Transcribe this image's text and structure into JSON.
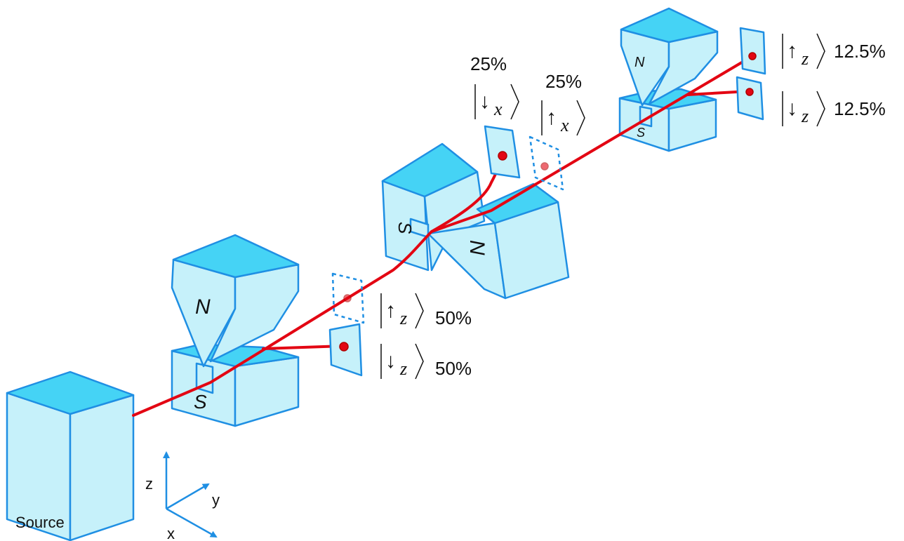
{
  "source": {
    "label": "Source"
  },
  "axes": {
    "x": "x",
    "y": "y",
    "z": "z"
  },
  "magnets": [
    {
      "north_label": "N",
      "south_label": "S"
    },
    {
      "north_label": "N",
      "south_label": "S"
    },
    {
      "north_label": "N",
      "south_label": "S"
    }
  ],
  "outputs": {
    "stage1_up": {
      "arrow": "↑",
      "sub": "z",
      "percent": "50%"
    },
    "stage1_down": {
      "arrow": "↓",
      "sub": "z",
      "percent": "50%"
    },
    "stage2_down": {
      "arrow": "↓",
      "sub": "x",
      "percent": "25%"
    },
    "stage2_up": {
      "arrow": "↑",
      "sub": "x",
      "percent": "25%"
    },
    "stage3_up": {
      "arrow": "↑",
      "sub": "z",
      "percent": "12.5%"
    },
    "stage3_down": {
      "arrow": "↓",
      "sub": "z",
      "percent": "12.5%"
    }
  },
  "colors": {
    "box_face": "#c6f1fa",
    "box_top": "#45d3f5",
    "box_stroke": "#1f8fe3",
    "beam": "#e30613",
    "axis": "#1f8fe3"
  }
}
